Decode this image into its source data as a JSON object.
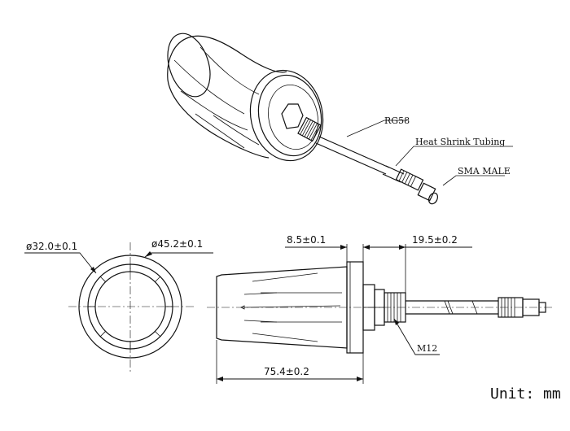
{
  "callouts": {
    "rg58": "RG58",
    "heat_shrink": "Heat Shrink Tubing",
    "sma_male": "SMA MALE",
    "m12": "M12"
  },
  "dimensions": {
    "inner_diameter": "ø32.0±0.1",
    "outer_diameter": "ø45.2±0.1",
    "flange_thickness": "8.5±0.1",
    "thread_length": "19.5±0.2",
    "body_length": "75.4±0.2"
  },
  "unit_label": "Unit: mm"
}
